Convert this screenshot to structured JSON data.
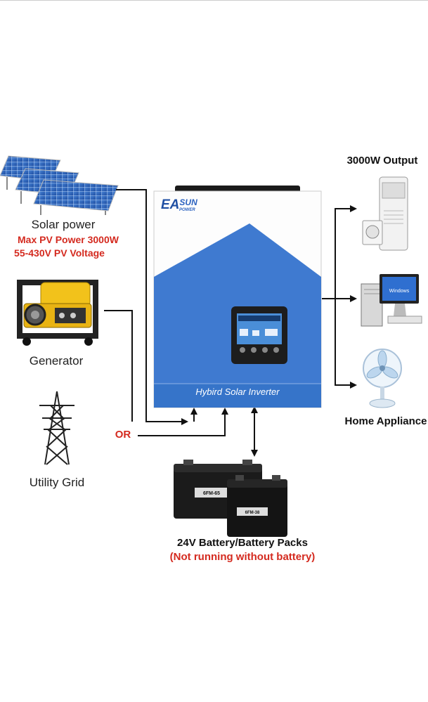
{
  "solar": {
    "label": "Solar power",
    "spec_power": "Max PV Power 3000W",
    "spec_voltage": "55-430V PV Voltage"
  },
  "generator": {
    "label": "Generator"
  },
  "grid": {
    "label": "Utility Grid",
    "or_label": "OR"
  },
  "inverter": {
    "brand_main": "EA",
    "brand_sun": "SUN",
    "brand_power": "POWER",
    "product_name": "Hybird Solar Inverter",
    "colors": {
      "blue": "#3f7ad0",
      "white": "#ffffff"
    }
  },
  "output": {
    "title": "3000W Output",
    "appliance_label": "Home Appliance"
  },
  "battery": {
    "label": "24V Battery/Battery Packs",
    "note": "(Not running without battery)",
    "model_large": "6FM-65",
    "model_small": "6FM-38"
  },
  "monitor": {
    "screen_text": "Windows"
  }
}
